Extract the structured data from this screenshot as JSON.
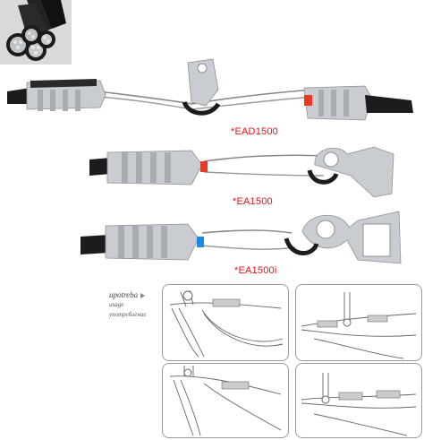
{
  "products": [
    {
      "code": "*EAD1500"
    },
    {
      "code": "*EA1500"
    },
    {
      "code": "*EA1500i"
    }
  ],
  "usage": {
    "line1": "upotreba",
    "line2": "usage",
    "line3": "употребление"
  },
  "colors": {
    "label": "#e0131b",
    "aluminium": "#c9ccd0",
    "insulator_dark": "#1c1c1c",
    "tag_red": "#e23b2a",
    "tag_blue": "#1e88e5"
  }
}
